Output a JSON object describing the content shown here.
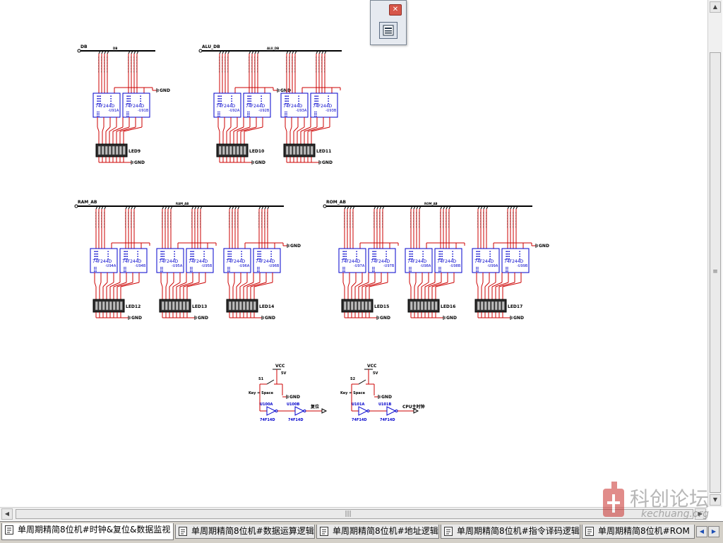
{
  "colors": {
    "wire": "#cc0000",
    "part": "#0000cc",
    "bus": "#000000",
    "text": "#000000"
  },
  "bus_groups": [
    {
      "label": "DB",
      "sub_label": "DB",
      "chips": [
        "74F244D",
        "74F244D"
      ],
      "refs": [
        "U91A",
        "U91B"
      ],
      "led": "LED9",
      "gnd": [
        "GND",
        "GND"
      ]
    },
    {
      "label": "ALU_DB",
      "sub_label": "ALU_DB",
      "chips": [
        "74F244D",
        "74F244D",
        "74F244D",
        "74F244D"
      ],
      "refs": [
        "U92A",
        "U92B",
        "U93A",
        "U93B"
      ],
      "leds": [
        "LED10",
        "LED11"
      ],
      "gnd": [
        "GND",
        "GND",
        "GND"
      ]
    },
    {
      "label": "RAM_AB",
      "sub_label": "RAM_AB",
      "chips": [
        "74F244D",
        "74F244D",
        "74F244D",
        "74F244D",
        "74F244D",
        "74F244D"
      ],
      "refs": [
        "U94A",
        "U94B",
        "U95A",
        "U95B",
        "U96A",
        "U96B"
      ],
      "leds": [
        "LED12",
        "LED13",
        "LED14"
      ],
      "gnd": [
        "GND",
        "GND",
        "GND",
        "GND"
      ]
    },
    {
      "label": "ROM_AB",
      "sub_label": "ROM_AB",
      "chips": [
        "74F244D",
        "74F244D",
        "74F244D",
        "74F244D",
        "74F244D",
        "74F244D"
      ],
      "refs": [
        "U97A",
        "U97B",
        "U98A",
        "U98B",
        "U99A",
        "U99B"
      ],
      "leds": [
        "LED15",
        "LED16",
        "LED17"
      ],
      "gnd": [
        "GND",
        "GND",
        "GND",
        "GND"
      ]
    }
  ],
  "switch_circuits": [
    {
      "vcc": "VCC",
      "volt": "5V",
      "switch": "S1",
      "key": "Key = Space",
      "gnd": "GND",
      "buf1": "U100A",
      "buf2": "U100B",
      "part": "74F14D",
      "out": "复位"
    },
    {
      "vcc": "VCC",
      "volt": "5V",
      "switch": "S2",
      "key": "Key = Space",
      "gnd": "GND",
      "buf1": "U101A",
      "buf2": "U101B",
      "part": "74F14D",
      "out": "CPU主时钟"
    }
  ],
  "tabs": [
    {
      "label": "单周期精简8位机#时钟&复位&数据监视",
      "active": true
    },
    {
      "label": "单周期精简8位机#数据运算逻辑",
      "active": false
    },
    {
      "label": "单周期精简8位机#地址逻辑",
      "active": false
    },
    {
      "label": "单周期精简8位机#指令译码逻辑",
      "active": false
    },
    {
      "label": "单周期精简8位机#ROM",
      "active": false
    }
  ],
  "icons": {
    "close": "close-x-icon",
    "popup_tool": "toolbar-window-icon",
    "tab": "schematic-page-icon",
    "prev": "arrow-left-icon",
    "next": "arrow-right-icon"
  },
  "watermark": {
    "cn": "科创论坛",
    "en": "kechuang.org"
  }
}
